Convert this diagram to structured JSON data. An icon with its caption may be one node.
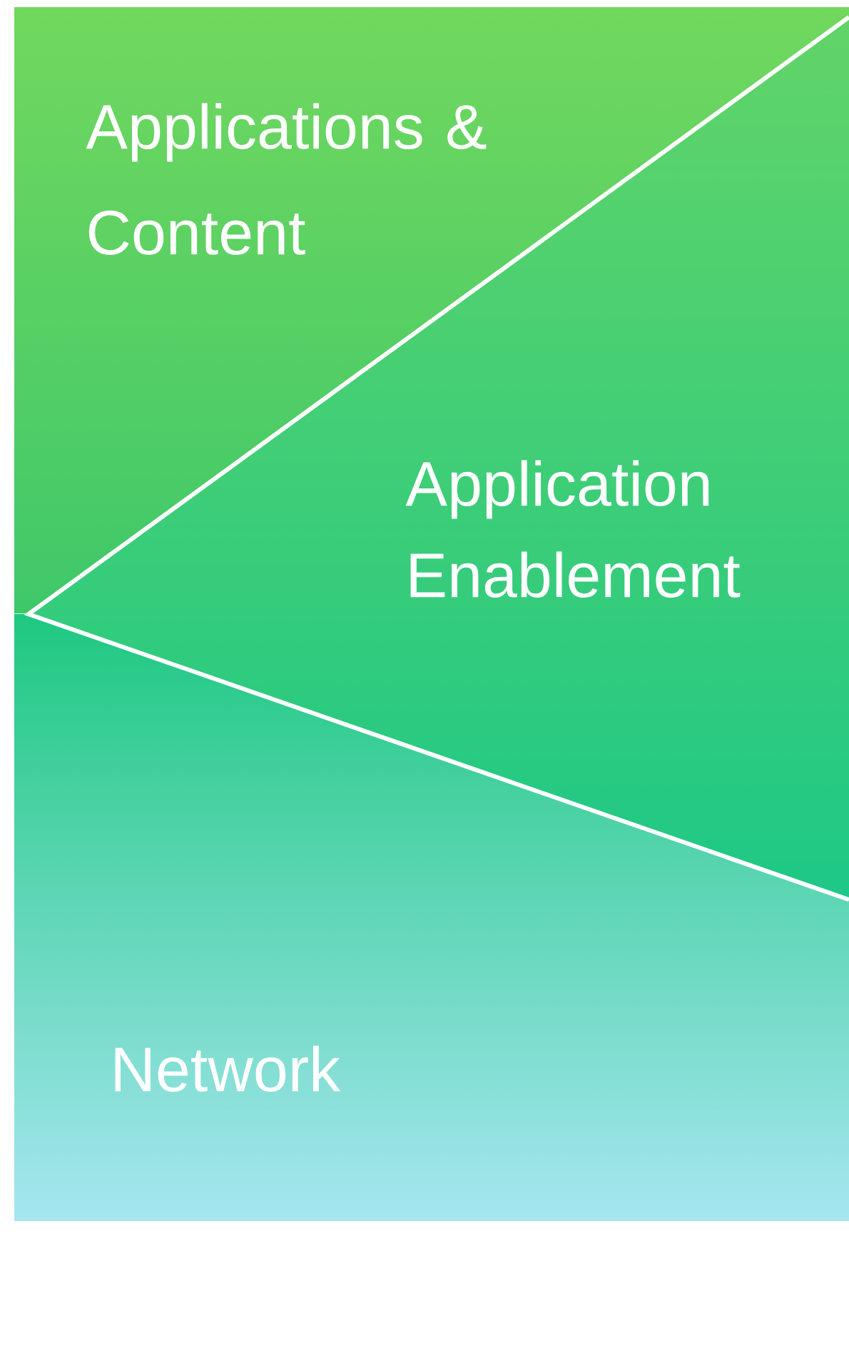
{
  "diagram": {
    "nodes": [
      {
        "text": [
          "Applications & Content"
        ]
      },
      {
        "text": [
          "Application Enablement"
        ]
      },
      {
        "text": [
          "Network"
        ]
      }
    ]
  }
}
